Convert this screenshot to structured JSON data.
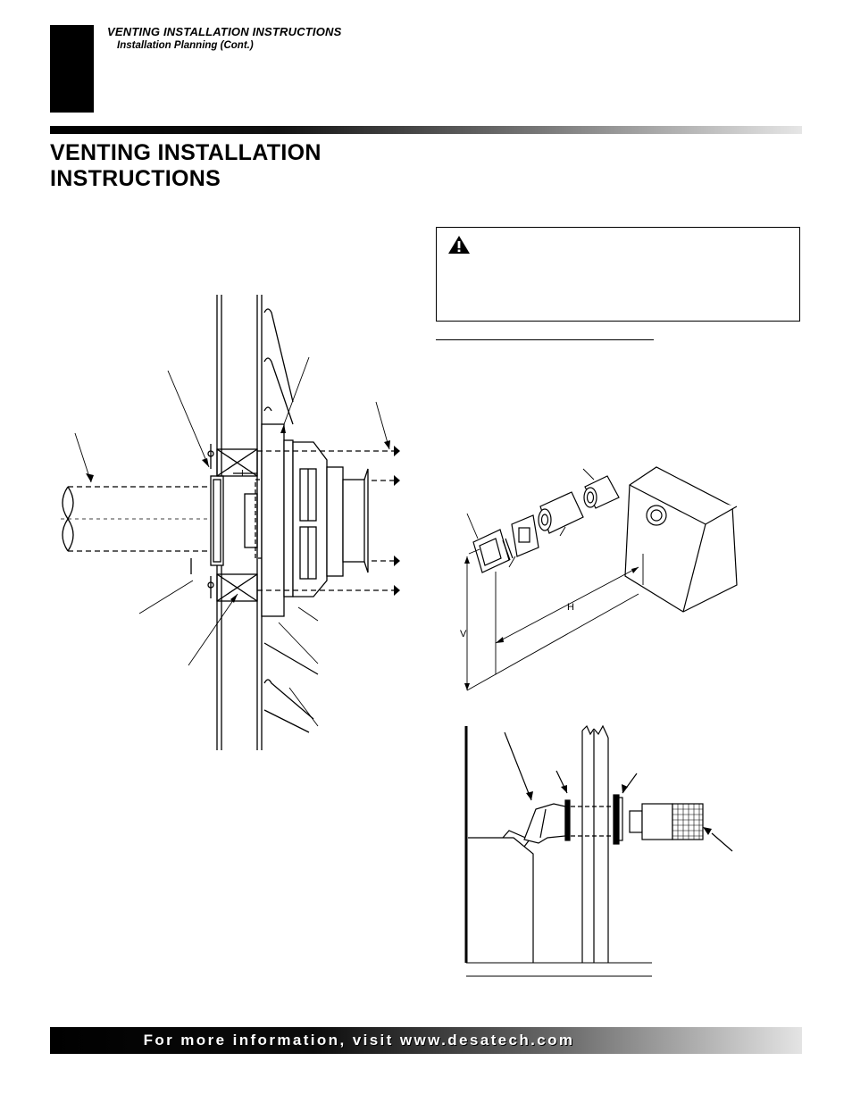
{
  "header": {
    "section_title": "VENTING INSTALLATION INSTRUCTIONS",
    "subsection": "Installation Planning (Cont.)"
  },
  "page_title": {
    "line1": "VENTING INSTALLATION",
    "line2": "INSTRUCTIONS"
  },
  "warning": {
    "icon": "warning-triangle-icon"
  },
  "figures": {
    "vent_cap_labels": {
      "dim_i": "I"
    },
    "dimension_labels": {
      "h": "H",
      "v": "V"
    }
  },
  "footer": {
    "text": "For more information, visit www.desatech.com"
  },
  "colors": {
    "ink": "#000000",
    "background": "#ffffff"
  }
}
